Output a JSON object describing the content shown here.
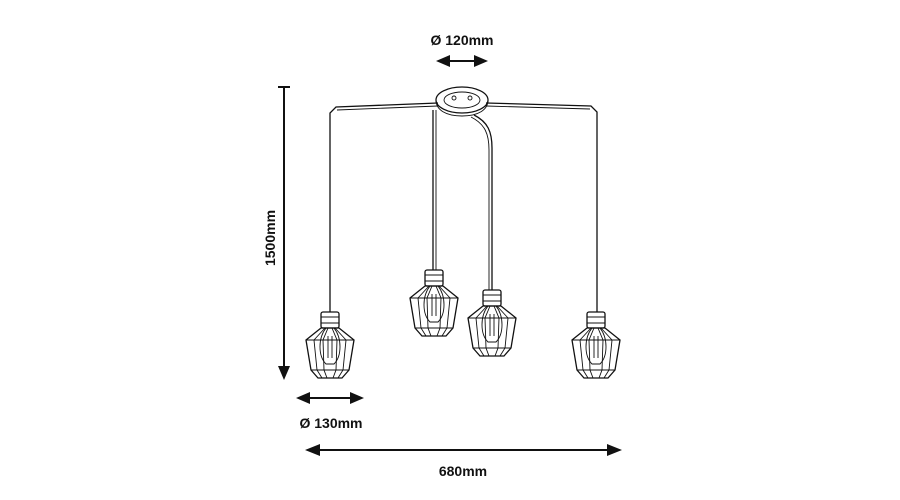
{
  "dimensions": {
    "canopy_diameter": "Ø 120mm",
    "shade_diameter": "Ø 130mm",
    "total_height": "1500mm",
    "total_width": "680mm"
  },
  "colors": {
    "line": "#111111",
    "background": "#ffffff"
  }
}
